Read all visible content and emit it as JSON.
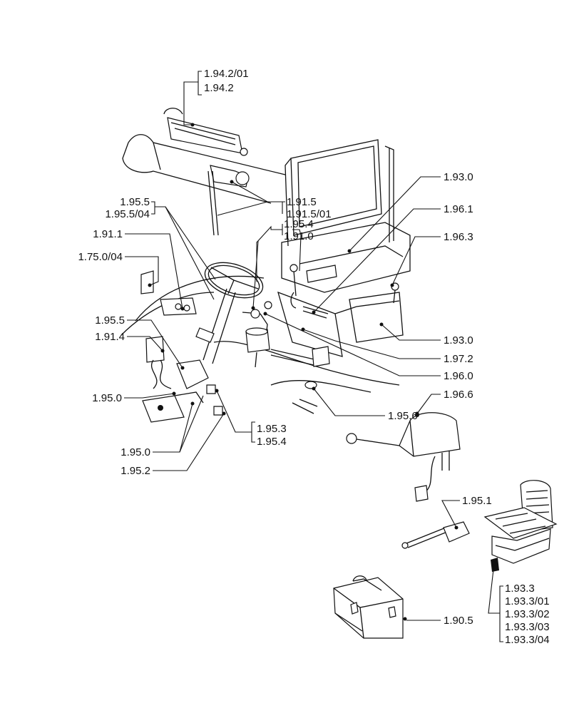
{
  "labels": {
    "l_1942_01": "1.94.2/01",
    "l_1942": "1.94.2",
    "l_1930_top": "1.93.0",
    "l_1961": "1.96.1",
    "l_1963": "1.96.3",
    "l_1930_mid": "1.93.0",
    "l_1972": "1.97.2",
    "l_1960": "1.96.0",
    "l_1956": "1.95.6",
    "l_1966": "1.96.6",
    "l_1955_a": "1.95.5",
    "l_1955_04": "1.95.5/04",
    "l_1915": "1.91.5",
    "l_1915_01": "1.91.5/01",
    "l_1954_top": "1.95.4",
    "l_1910": "1.91.0",
    "l_1911": "1.91.1",
    "l_1750_04": "1.75.0/04",
    "l_1955_b": "1.95.5",
    "l_1914": "1.91.4",
    "l_1950_a": "1.95.0",
    "l_1953": "1.95.3",
    "l_1954_bot": "1.95.4",
    "l_1950_b": "1.95.0",
    "l_1952": "1.95.2",
    "l_1951": "1.95.1",
    "l_1933": "1.93.3",
    "l_1933_01": "1.93.3/01",
    "l_1933_02": "1.93.3/02",
    "l_1933_03": "1.93.3/03",
    "l_1933_04": "1.93.3/04",
    "l_1905": "1.90.5"
  }
}
